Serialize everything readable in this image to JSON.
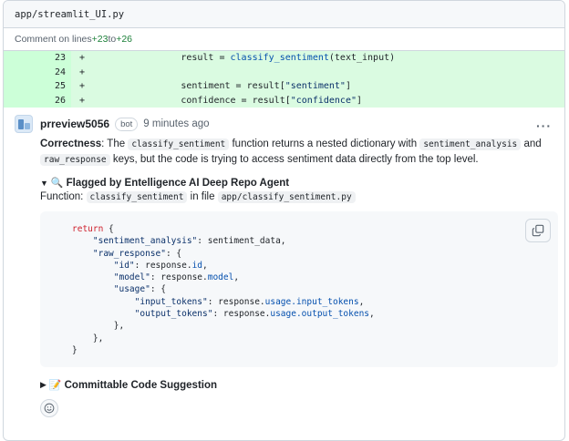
{
  "file": {
    "path": "app/streamlit_UI.py"
  },
  "comment_range": {
    "prefix": "Comment on lines ",
    "start": "+23",
    "to": " to ",
    "end": "+26"
  },
  "diff_lines": [
    {
      "num": "23",
      "sign": "+",
      "code_pre": "                result = ",
      "fn": "classify_sentiment",
      "code_post": "(text_input)"
    },
    {
      "num": "24",
      "sign": "+",
      "code_pre": "",
      "fn": "",
      "code_post": ""
    },
    {
      "num": "25",
      "sign": "+",
      "code_pre": "                sentiment = result[",
      "fn": "",
      "str": "\"sentiment\"",
      "code_post": "]"
    },
    {
      "num": "26",
      "sign": "+",
      "code_pre": "                confidence = result[",
      "fn": "",
      "str": "\"confidence\"",
      "code_post": "]"
    }
  ],
  "comment": {
    "username": "prreview5056",
    "badge": "bot",
    "time": "9 minutes ago",
    "more_label": "···",
    "correctness_label": "Correctness",
    "text_1": ": The ",
    "code_1": "classify_sentiment",
    "text_2": " function returns a nested dictionary with ",
    "code_2": "sentiment_analysis",
    "text_3": " and",
    "code_3": "raw_response",
    "text_4": " keys, but the code is trying to access sentiment data directly from the top level.",
    "flag_glyph": "🔍",
    "flag_title": "Flagged by Entelligence AI Deep Repo Agent",
    "function_label": "Function: ",
    "function_name": "classify_sentiment",
    "in_file_label": " in file ",
    "function_file": "app/classify_sentiment.py",
    "suggestion_glyph": "📝",
    "suggestion_title": "Committable Code Suggestion"
  },
  "code_block": {
    "line_1_kw": "return",
    "line_1": " {",
    "line_2_str": "\"sentiment_analysis\"",
    "line_2": ": sentiment_data,",
    "line_3_str": "\"raw_response\"",
    "line_3": ": {",
    "line_4_str": "\"id\"",
    "line_4a": ": response.",
    "line_4_attr": "id",
    "line_4b": ",",
    "line_5_str": "\"model\"",
    "line_5a": ": response.",
    "line_5_attr": "model",
    "line_5b": ",",
    "line_6_str": "\"usage\"",
    "line_6": ": {",
    "line_7_str": "\"input_tokens\"",
    "line_7a": ": response.",
    "line_7_attr": "usage.input_tokens",
    "line_7b": ",",
    "line_8_str": "\"output_tokens\"",
    "line_8a": ": response.",
    "line_8_attr": "usage.output_tokens",
    "line_8b": ",",
    "line_9": "},",
    "line_10": "},",
    "line_11": "}"
  },
  "icons": {
    "copy": "copy-icon",
    "emoji": "smiley-icon",
    "disclosure": "triangle-right-icon",
    "expanded": "triangle-down-icon"
  },
  "colors": {
    "added_line_bg": "#dafbe1",
    "added_num_bg": "#ccffd8",
    "keyword": "#cf222e",
    "string": "#0a3069",
    "function": "#0550ae",
    "add_text": "#1a7f37"
  }
}
